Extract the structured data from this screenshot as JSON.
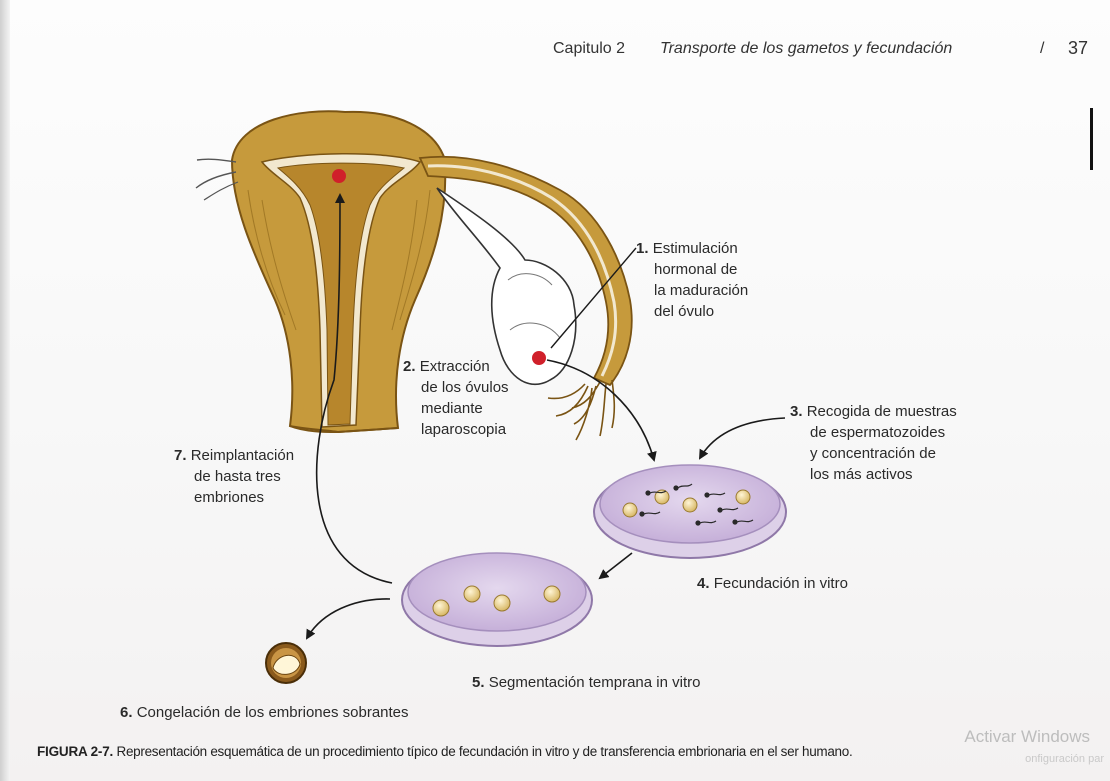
{
  "header": {
    "chapter": "Capitulo 2",
    "title": "Transporte de los gametos y fecundación",
    "separator": "/",
    "page_number": "37"
  },
  "steps": [
    {
      "number": "1.",
      "lines": [
        "Estimulación",
        "hormonal de",
        "la maduración",
        "del óvulo"
      ]
    },
    {
      "number": "2.",
      "lines": [
        "Extracción",
        "de los óvulos",
        "mediante",
        "laparoscopia"
      ]
    },
    {
      "number": "3.",
      "lines": [
        "Recogida de muestras",
        "de espermatozoides",
        "y concentración de",
        "los más activos"
      ]
    },
    {
      "number": "4.",
      "lines": [
        "Fecundación in vitro"
      ]
    },
    {
      "number": "5.",
      "lines": [
        "Segmentación temprana in vitro"
      ]
    },
    {
      "number": "6.",
      "lines": [
        "Congelación de los embriones sobrantes"
      ]
    },
    {
      "number": "7.",
      "lines": [
        "Reimplantación",
        "de hasta tres",
        "embriones"
      ]
    }
  ],
  "caption": {
    "label": "FIGURA 2-7.",
    "text": "Representación esquemática de un procedimiento típico de fecundación in vitro y de transferencia embrionaria en el ser humano."
  },
  "watermark": {
    "line1": "Activar Windows",
    "line2": "onfiguración par"
  },
  "colors": {
    "uterus": "#c69a3c",
    "uterus_dark": "#8a6418",
    "lining": "#f3ead2",
    "egg_red": "#d0202a",
    "dish": "#cdb8de",
    "dish_rim": "#9d86b6",
    "egg_yellow": "#e7d08e"
  }
}
